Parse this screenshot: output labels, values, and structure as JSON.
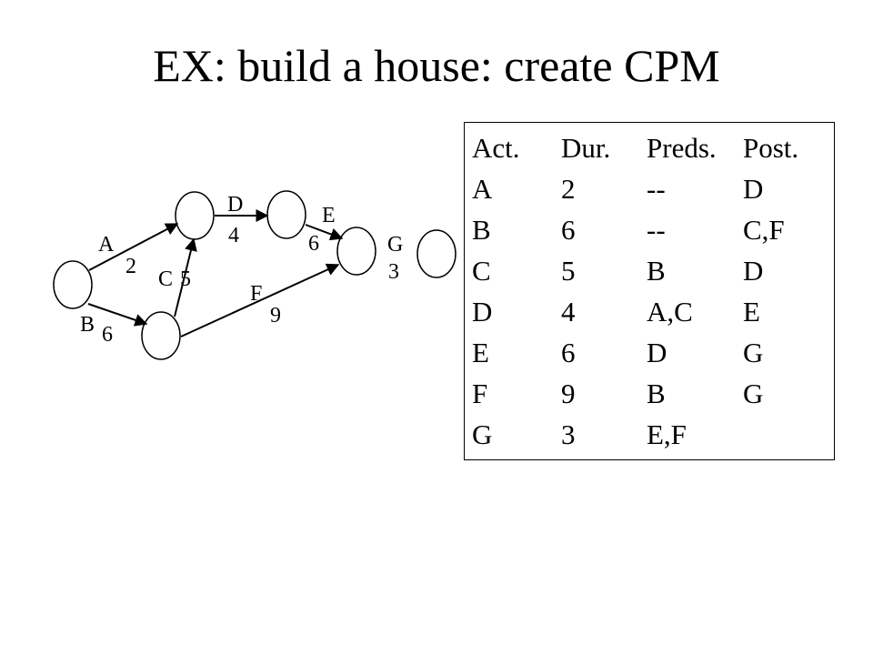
{
  "slide": {
    "title": "EX: build a house: create CPM"
  },
  "network": {
    "activities": [
      {
        "id": "A",
        "duration": "2"
      },
      {
        "id": "B",
        "duration": "6"
      },
      {
        "id": "C",
        "duration": "5"
      },
      {
        "id": "D",
        "duration": "4"
      },
      {
        "id": "E",
        "duration": "6"
      },
      {
        "id": "F",
        "duration": "9"
      },
      {
        "id": "G",
        "duration": "3"
      }
    ]
  },
  "table": {
    "headers": [
      "Act.",
      "Dur.",
      "Preds.",
      "Post."
    ],
    "rows": [
      [
        "A",
        "2",
        "--",
        "D"
      ],
      [
        "B",
        "6",
        "--",
        "C,F"
      ],
      [
        "C",
        "5",
        "B",
        "D"
      ],
      [
        "D",
        "4",
        "A,C",
        "E"
      ],
      [
        "E",
        "6",
        "D",
        "G"
      ],
      [
        "F",
        "9",
        "B",
        "G"
      ],
      [
        "G",
        "3",
        "E,F",
        ""
      ]
    ]
  }
}
